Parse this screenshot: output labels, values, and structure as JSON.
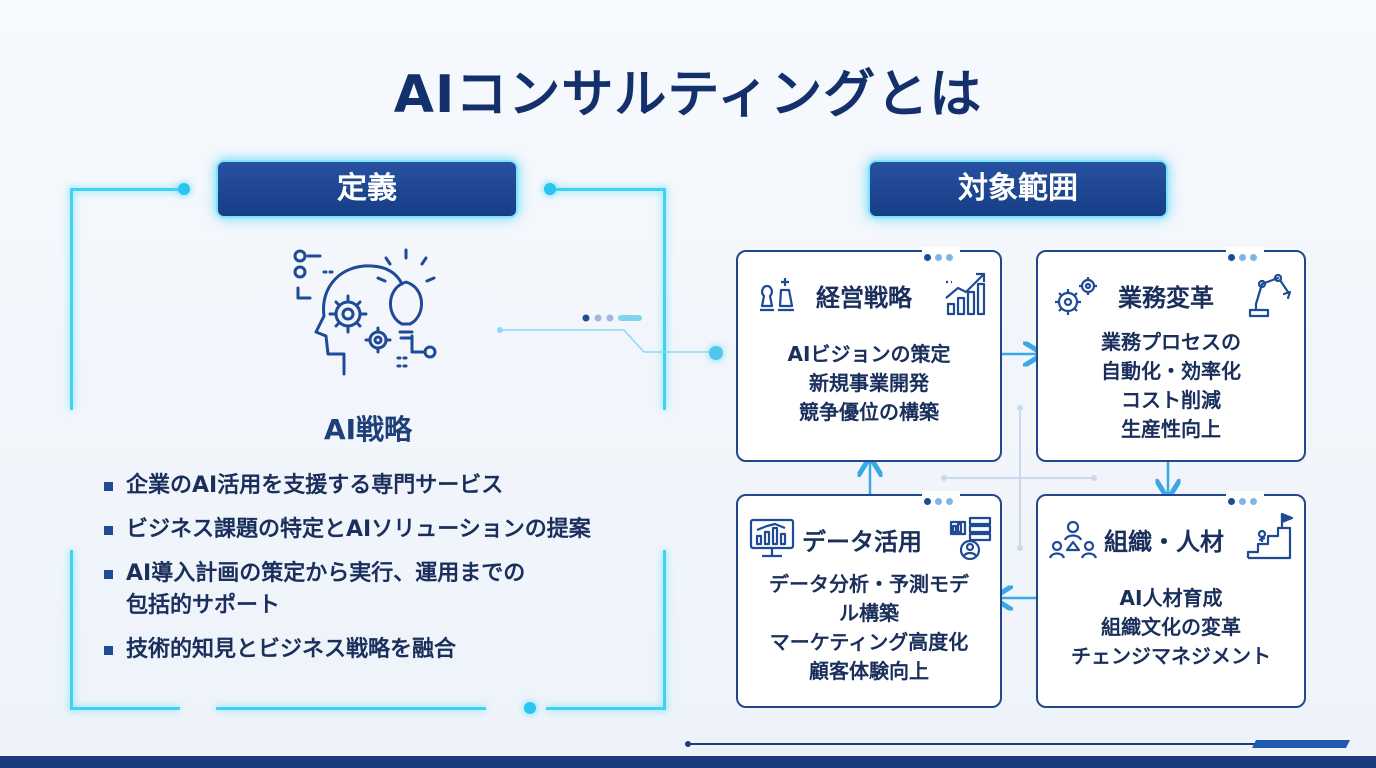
{
  "title": "AIコンサルティングとは",
  "definition": {
    "header": "定義",
    "icon": "ai-brain-gear-lightbulb-icon",
    "label": "AI戦略",
    "bullets": [
      "企業のAI活用を支援する専門サービス",
      "ビジネス課題の特定とAIソリューションの提案",
      "AI導入計画の策定から実行、運用までの",
      "包括的サポート",
      "技術的知見とビジネス戦略を融合"
    ]
  },
  "scope": {
    "header": "対象範囲",
    "cards": [
      {
        "title": "経営戦略",
        "icon_left": "chess-pieces-icon",
        "icon_right": "growth-chart-icon",
        "lines": [
          "AIビジョンの策定",
          "新規事業開発",
          "競争優位の構築"
        ]
      },
      {
        "title": "業務変革",
        "icon_left": "gears-icon",
        "icon_right": "robot-arm-icon",
        "lines": [
          "業務プロセスの",
          "自動化・効率化",
          "コスト削減",
          "生産性向上"
        ]
      },
      {
        "title": "データ活用",
        "icon_left": "analytics-monitor-icon",
        "icon_right": "data-user-icon",
        "lines": [
          "データ分析・予測モデ",
          "ル構築",
          "マーケティング高度化",
          "顧客体験向上"
        ]
      },
      {
        "title": "組織・人材",
        "icon_left": "team-network-icon",
        "icon_right": "stairs-flag-icon",
        "lines": [
          "AI人材育成",
          "組織文化の変革",
          "チェンジマネジメント"
        ]
      }
    ]
  },
  "colors": {
    "navy": "#14306b",
    "card_border": "#22478b",
    "glow": "#3fd0f5"
  }
}
